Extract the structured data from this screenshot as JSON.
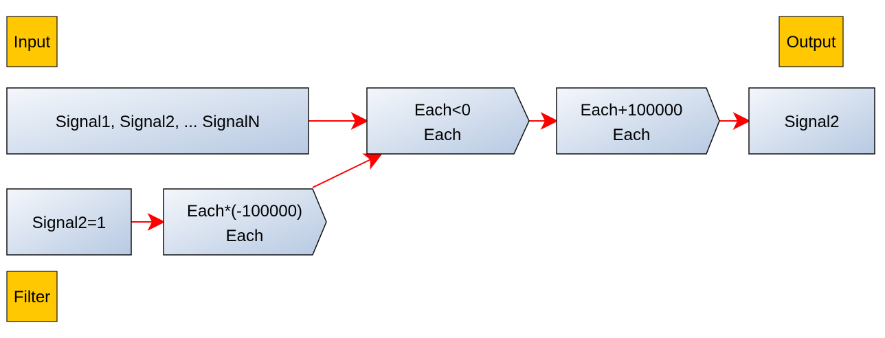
{
  "colors": {
    "tag_fill": "#ffc800",
    "node_gradient_start": "#f4f7fb",
    "node_gradient_end": "#b7c9e2",
    "edge": "#ff0000",
    "stroke": "#111111"
  },
  "tags": {
    "input": "Input",
    "output": "Output",
    "filter": "Filter"
  },
  "nodes": {
    "signals_source": "Signal1, Signal2, ... SignalN",
    "filter_condition": "Signal2=1",
    "negate_step": {
      "line1": "Each*(-100000)",
      "line2": "Each"
    },
    "less_than_zero_step": {
      "line1": "Each<0",
      "line2": "Each"
    },
    "add_step": {
      "line1": "Each+100000",
      "line2": "Each"
    },
    "output_signal": "Signal2"
  }
}
